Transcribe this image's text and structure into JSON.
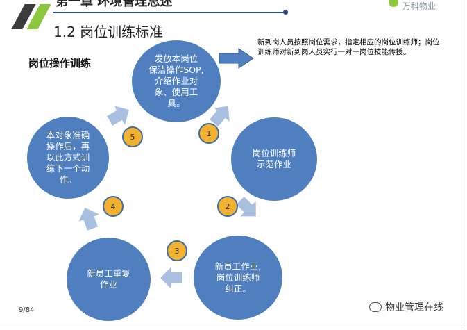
{
  "header": {
    "chapter_title": "第一章  环境管理总述",
    "section_title": "1.2 岗位训练标准",
    "brand_name": "万科物业"
  },
  "topic_label": "岗位操作训练",
  "note": {
    "line1": "新到岗人员按照岗位需求，指定相应的岗位训练师；岗位",
    "line2": "训练师对新到岗人员实行一对一岗位技能传授。"
  },
  "cycle": {
    "nodes": [
      {
        "id": "top",
        "lines": [
          "发放本岗位",
          "保洁操作SOP,",
          "介绍作业对",
          "象、使用工",
          "具。"
        ]
      },
      {
        "id": "right",
        "lines": [
          "岗位训练师",
          "示范作业"
        ]
      },
      {
        "id": "bottom-right",
        "lines": [
          "新员工作业,",
          "岗位训练师",
          "纠正。"
        ]
      },
      {
        "id": "bottom-left",
        "lines": [
          "新员工重复",
          "作业"
        ]
      },
      {
        "id": "left",
        "lines": [
          "本对象准确",
          "操作后，再",
          "以此方式训",
          "练下一个动",
          "作。"
        ]
      }
    ],
    "step_badges": [
      "1",
      "2",
      "3",
      "4",
      "5"
    ]
  },
  "footer": {
    "page_number": "9/84",
    "watermark": "物业管理在线"
  },
  "colors": {
    "node_fill": "#4f7fbf",
    "badge_fill": "#f2b230",
    "arrow_fill": "#a9bfe0",
    "accent_green": "#8cc63f"
  }
}
